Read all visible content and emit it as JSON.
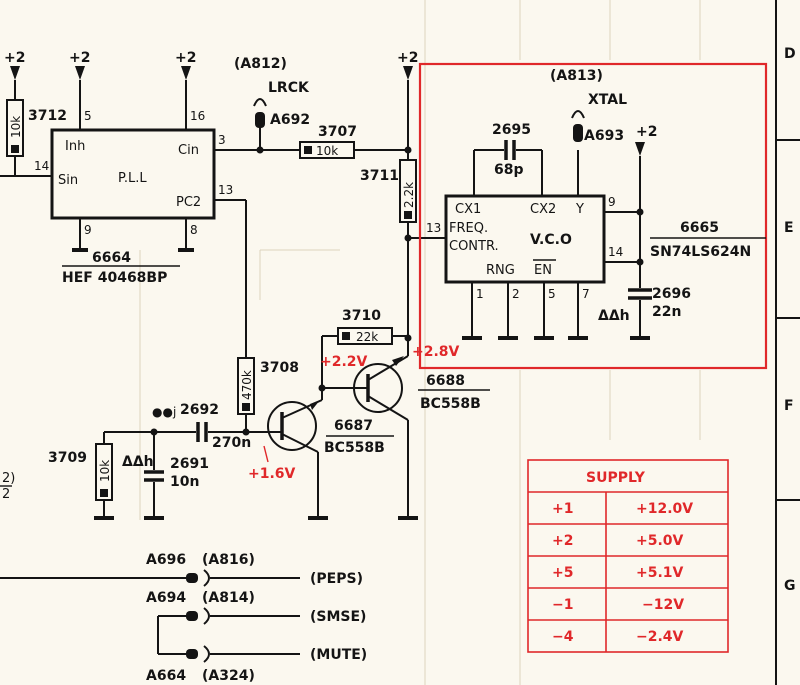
{
  "pll": {
    "label": "P.L.L",
    "pin_inh": "Inh",
    "pin_sin": "Sin",
    "pin_cin": "Cin",
    "pin_pc2": "PC2",
    "num_5": "5",
    "num_16": "16",
    "num_14": "14",
    "num_3": "3",
    "num_13": "13",
    "num_9": "9",
    "num_8": "8",
    "ref": "6664",
    "part": "HEF 40468BP"
  },
  "vco": {
    "label": "V.C.O",
    "pin_cx1": "CX1",
    "pin_cx2": "CX2",
    "pin_y": "Y",
    "freq_line1": "FREQ.",
    "freq_line2": "CONTR.",
    "rng": "RNG",
    "en": "EN",
    "num_9": "9",
    "num_14": "14",
    "num_13": "13",
    "num_1": "1",
    "num_2": "2",
    "num_5": "5",
    "num_7": "7",
    "ref": "6665",
    "part": "SN74LS624N"
  },
  "rails": {
    "left": "+2",
    "mid1": "+2",
    "mid2": "+2",
    "right": "+2",
    "vco": "+2"
  },
  "resistors": {
    "r3712": {
      "ref": "3712",
      "value": "10k"
    },
    "r3707": {
      "ref": "3707",
      "value": "10k"
    },
    "r3711": {
      "ref": "3711",
      "value": "2.2k"
    },
    "r3710": {
      "ref": "3710",
      "value": "22k"
    },
    "r3708": {
      "ref": "3708",
      "value": "470k"
    },
    "r3709": {
      "ref": "3709",
      "value": "10k"
    }
  },
  "capacitors": {
    "c2695": {
      "ref": "2695",
      "value": "68p"
    },
    "c2696": {
      "ref": "2696",
      "value": "22n",
      "mark": "ΔΔh"
    },
    "c2692": {
      "ref": "2692",
      "value": "270n",
      "mark": "●●j"
    },
    "c2691": {
      "ref": "2691",
      "value": "10n",
      "mark": "ΔΔh"
    }
  },
  "transistors": {
    "t6687": {
      "ref": "6687",
      "part": "BC558B"
    },
    "t6688": {
      "ref": "6688",
      "part": "BC558B"
    }
  },
  "voltages": {
    "v1": "+2.2V",
    "v2": "+2.8V",
    "v3": "+1.6V"
  },
  "connectors": {
    "a812": "(A812)",
    "lrck": "LRCK",
    "a692": "A692",
    "a813": "(A813)",
    "xtal": "XTAL",
    "a693": "A693",
    "a696": "A696",
    "a816": "(A816)",
    "peps": "(PEPS)",
    "a694": "A694",
    "a814": "(A814)",
    "smse": "(SMSE)",
    "a664": "A664",
    "a324": "(A324)",
    "mute": "(MUTE)"
  },
  "grid_letters": {
    "d": "D",
    "e": "E",
    "f": "F",
    "g": "G"
  },
  "edge_fragment": {
    "top": "2)",
    "bottom": "2"
  },
  "supply_table": {
    "title": "SUPPLY",
    "rows": [
      {
        "rail": "+1",
        "voltage": "+12.0V"
      },
      {
        "rail": "+2",
        "voltage": "+5.0V"
      },
      {
        "rail": "+5",
        "voltage": "+5.1V"
      },
      {
        "rail": "−1",
        "voltage": "−12V"
      },
      {
        "rail": "−4",
        "voltage": "−2.4V"
      }
    ]
  },
  "colors": {
    "ink": "#141414",
    "highlight": "#e0282a",
    "paper": "#fbf8ef"
  }
}
